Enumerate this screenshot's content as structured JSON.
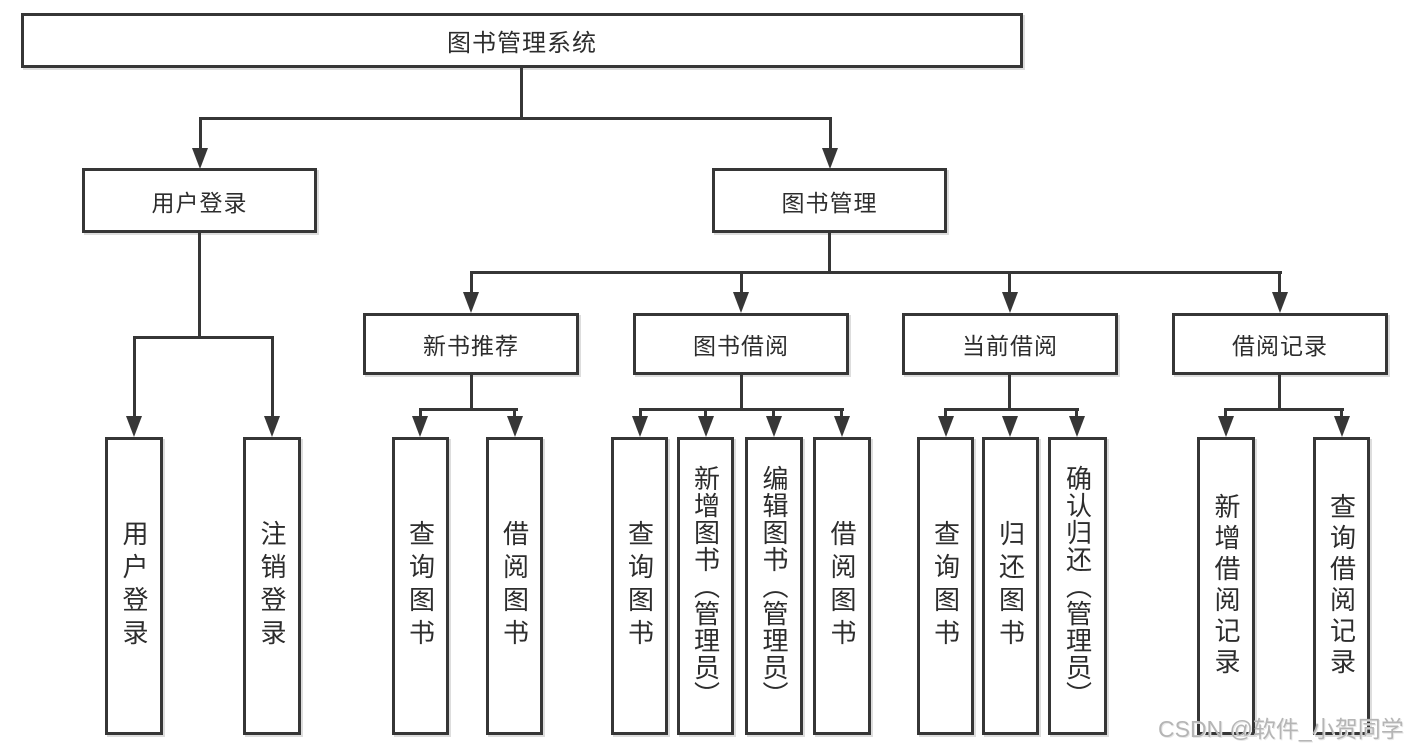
{
  "tree": {
    "label": "图书管理系统",
    "children": [
      {
        "label": "用户登录",
        "children": [
          {
            "label": "用户登录"
          },
          {
            "label": "注销登录"
          }
        ]
      },
      {
        "label": "图书管理",
        "children": [
          {
            "label": "新书推荐",
            "children": [
              {
                "label": "查询图书"
              },
              {
                "label": "借阅图书"
              }
            ]
          },
          {
            "label": "图书借阅",
            "children": [
              {
                "label": "查询图书"
              },
              {
                "label": "新增图书（管理员）"
              },
              {
                "label": "编辑图书（管理员）"
              },
              {
                "label": "借阅图书"
              }
            ]
          },
          {
            "label": "当前借阅",
            "children": [
              {
                "label": "查询图书"
              },
              {
                "label": "归还图书"
              },
              {
                "label": "确认归还（管理员）"
              }
            ]
          },
          {
            "label": "借阅记录",
            "children": [
              {
                "label": "新增借阅记录"
              },
              {
                "label": "查询借阅记录"
              }
            ]
          }
        ]
      }
    ]
  },
  "watermark": "CSDN @软件_小贺同学",
  "colors": {
    "line": "#363636",
    "box_background": "#ffffff",
    "text": "#2d2d2d",
    "watermark": "#b5b5b5"
  }
}
